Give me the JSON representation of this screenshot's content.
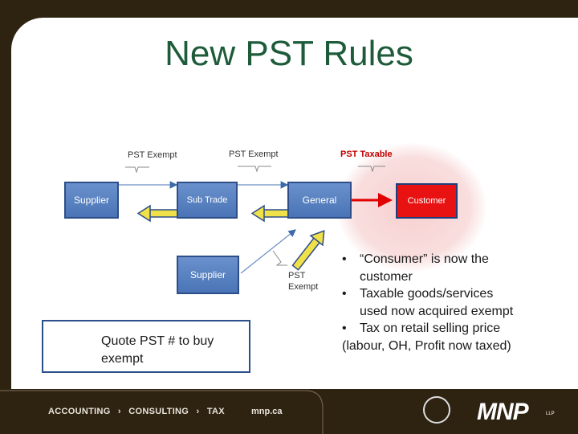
{
  "title": "New PST Rules",
  "nodes": {
    "supplier": "Supplier",
    "sub_trade": "Sub Trade",
    "general": "General",
    "customer": "Customer",
    "supplier2": "Supplier"
  },
  "labels": {
    "pst_exempt_1": "PST Exempt",
    "pst_exempt_2": "PST Exempt",
    "pst_taxable": "PST Taxable",
    "pst_exempt_3_line1": "PST",
    "pst_exempt_3_line2": "Exempt"
  },
  "bullets": [
    {
      "marker": "•",
      "lines": [
        "“Consumer” is now the",
        "customer"
      ]
    },
    {
      "marker": "•",
      "lines": [
        "Taxable goods/services",
        "used now acquired exempt"
      ]
    },
    {
      "marker": "•",
      "lines": [
        "Tax on retail selling price"
      ]
    }
  ],
  "bullet_tail": "(labour, OH, Profit now taxed)",
  "legend": {
    "text": "Quote PST # to buy exempt"
  },
  "footer": {
    "nav": [
      "ACCOUNTING",
      "CONSULTING",
      "TAX"
    ],
    "separator": "›",
    "url": "mnp.ca",
    "logo": "MNP",
    "logo_suffix": "LLP"
  },
  "colors": {
    "title": "#1d5b3a",
    "box_blue": "#5a82c2",
    "box_red": "#e81212",
    "arrow_yellow": "#f0e04a",
    "arrow_red": "#e00000",
    "footer_bg": "#2e2211"
  }
}
